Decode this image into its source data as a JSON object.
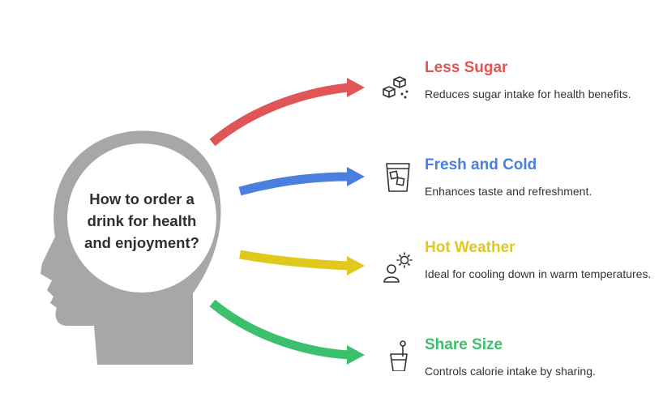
{
  "center": {
    "question": "How to order a drink for health and enjoyment?"
  },
  "colors": {
    "head": "#a7a7a7",
    "circle_fill": "#ffffff"
  },
  "items": [
    {
      "title": "Less Sugar",
      "description": "Reduces sugar intake for health benefits.",
      "color": "#e05555",
      "icon": "sugar-cubes-icon"
    },
    {
      "title": "Fresh and Cold",
      "description": "Enhances taste and refreshment.",
      "color": "#4a7fe0",
      "icon": "iced-glass-icon"
    },
    {
      "title": "Hot Weather",
      "description": "Ideal for cooling down in warm temperatures.",
      "color": "#e0c81c",
      "icon": "person-sun-icon"
    },
    {
      "title": "Share Size",
      "description": "Controls calorie intake by sharing.",
      "color": "#3cc06e",
      "icon": "cup-straw-icon"
    }
  ]
}
